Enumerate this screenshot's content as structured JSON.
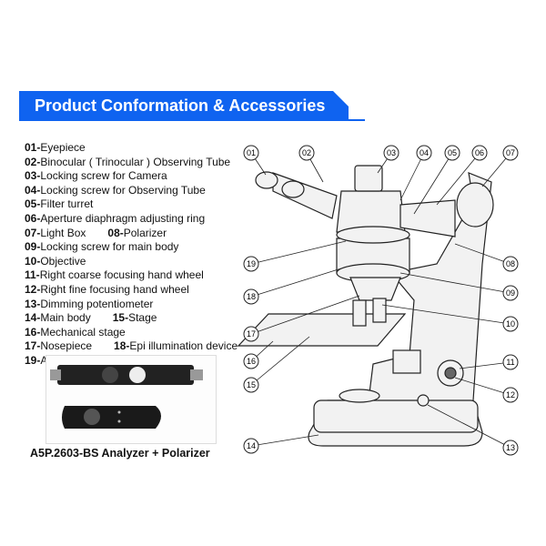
{
  "title": "Product Conformation & Accessories",
  "legend": [
    [
      {
        "n": "01",
        "t": "Eyepiece"
      }
    ],
    [
      {
        "n": "02",
        "t": "Binocular ( Trinocular ) Observing Tube"
      }
    ],
    [
      {
        "n": "03",
        "t": "Locking screw for Camera"
      }
    ],
    [
      {
        "n": "04",
        "t": "Locking screw for Observing Tube"
      }
    ],
    [
      {
        "n": "05",
        "t": "Filter turret"
      }
    ],
    [
      {
        "n": "06",
        "t": "Aperture diaphragm adjusting ring"
      }
    ],
    [
      {
        "n": "07",
        "t": "Light Box"
      },
      {
        "n": "08",
        "t": "Polarizer"
      }
    ],
    [
      {
        "n": "09",
        "t": "Locking screw for main body"
      }
    ],
    [
      {
        "n": "10",
        "t": "Objective"
      }
    ],
    [
      {
        "n": "11",
        "t": "Right coarse focusing hand wheel"
      }
    ],
    [
      {
        "n": "12",
        "t": "Right fine focusing hand wheel"
      }
    ],
    [
      {
        "n": "13",
        "t": "Dimming potentiometer"
      }
    ],
    [
      {
        "n": "14",
        "t": "Main body"
      },
      {
        "n": "15",
        "t": "Stage"
      }
    ],
    [
      {
        "n": "16",
        "t": "Mechanical stage"
      }
    ],
    [
      {
        "n": "17",
        "t": "Nosepiece"
      },
      {
        "n": "18",
        "t": "Epi illumination device"
      }
    ],
    [
      {
        "n": "19",
        "t": "Analyzer"
      }
    ]
  ],
  "caption": "A5P.2603-BS Analyzer + Polarizer",
  "callouts": [
    "01",
    "02",
    "03",
    "04",
    "05",
    "06",
    "07",
    "08",
    "09",
    "10",
    "11",
    "12",
    "13",
    "14",
    "15",
    "16",
    "17",
    "18",
    "19"
  ],
  "colors": {
    "banner": "#0f63f0"
  }
}
